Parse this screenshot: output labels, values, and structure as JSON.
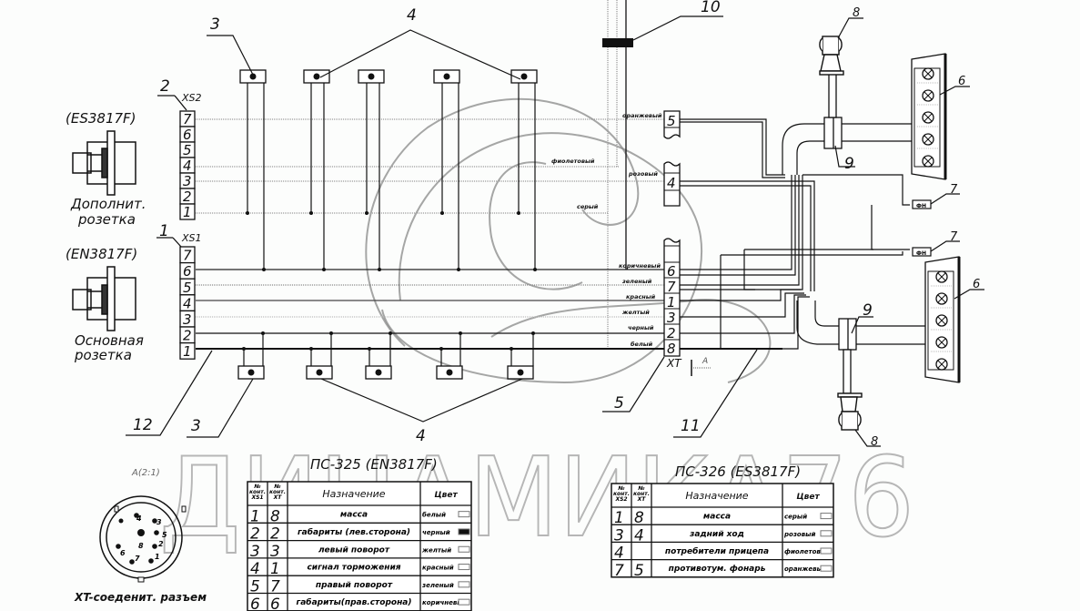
{
  "colors": {
    "background": "#fcfdfc",
    "line": "#111111",
    "grey_wire": "#8a8a8a",
    "watermark": "#888888"
  },
  "callouts": {
    "c1": "1",
    "c2": "2",
    "c3_top": "3",
    "c3_bottom": "3",
    "c4_top": "4",
    "c4_bottom": "4",
    "c5": "5",
    "c6_top": "6",
    "c6_bottom": "6",
    "c7_top": "7",
    "c7_bottom": "7",
    "c8_top": "8",
    "c8_bottom": "8",
    "c9_top": "9",
    "c9_bottom": "9",
    "c10": "10",
    "c11": "11",
    "c12": "12"
  },
  "connectors": {
    "xs2": {
      "designator": "XS2",
      "model": "(ES3817F)",
      "caption_line1": "Дополнит.",
      "caption_line2": "розетка",
      "pins": [
        "7",
        "6",
        "5",
        "4",
        "3",
        "2",
        "1"
      ]
    },
    "xs1": {
      "designator": "XS1",
      "model": "(EN3817F)",
      "caption_line1": "Основная",
      "caption_line2": "розетка",
      "pins": [
        "7",
        "6",
        "5",
        "4",
        "3",
        "2",
        "1"
      ]
    },
    "xt": {
      "designator": "XT",
      "pins_upper": [
        "5",
        "4"
      ],
      "pins_lower": [
        "6",
        "7",
        "1",
        "3",
        "2",
        "8"
      ],
      "section_mark": "A",
      "lamp_label": "ФН"
    }
  },
  "wire_labels": {
    "upper": [
      "оранжевый",
      "фиолетовый",
      "розовый",
      "серый"
    ],
    "lower": [
      "коричневый",
      "зеленый",
      "красный",
      "желтый",
      "черный",
      "белый"
    ]
  },
  "detail_view": {
    "title": "A(2:1)",
    "caption": "XT-соеденит. разъем",
    "pin_labels": [
      "1",
      "2",
      "3",
      "4",
      "5",
      "6",
      "7",
      "8"
    ]
  },
  "table_ps325": {
    "title": "ПС-325 (EN3817F)",
    "headers": {
      "col1": [
        "№",
        "конт.",
        "XS1"
      ],
      "col2": [
        "№",
        "конт.",
        "XT"
      ],
      "purpose": "Назначение",
      "color": "Цвет"
    },
    "rows": [
      {
        "xs": "1",
        "xt": "8",
        "purpose": "масса",
        "color": "белый"
      },
      {
        "xs": "2",
        "xt": "2",
        "purpose": "габариты (лев.сторона)",
        "color": "черный"
      },
      {
        "xs": "3",
        "xt": "3",
        "purpose": "левый поворот",
        "color": "желтый"
      },
      {
        "xs": "4",
        "xt": "1",
        "purpose": "сигнал торможения",
        "color": "красный"
      },
      {
        "xs": "5",
        "xt": "7",
        "purpose": "правый поворот",
        "color": "зеленый"
      },
      {
        "xs": "6",
        "xt": "6",
        "purpose": "габариты(прав.сторона)",
        "color": "коричневый"
      }
    ]
  },
  "table_ps326": {
    "title": "ПС-326 (ES3817F)",
    "headers": {
      "col1": [
        "№",
        "конт.",
        "XS2"
      ],
      "col2": [
        "№",
        "конт.",
        "XT"
      ],
      "purpose": "Назначение",
      "color": "Цвет"
    },
    "rows": [
      {
        "xs": "1",
        "xt": "8",
        "purpose": "масса",
        "color": "серый"
      },
      {
        "xs": "3",
        "xt": "4",
        "purpose": "задний ход",
        "color": "розовый"
      },
      {
        "xs": "4",
        "xt": "",
        "purpose": "потребители прицепа",
        "color": "фиолетовый"
      },
      {
        "xs": "7",
        "xt": "5",
        "purpose": "противотум. фонарь",
        "color": "оранжевый"
      }
    ]
  },
  "watermark": {
    "text": "ДИНАМИКА76"
  }
}
